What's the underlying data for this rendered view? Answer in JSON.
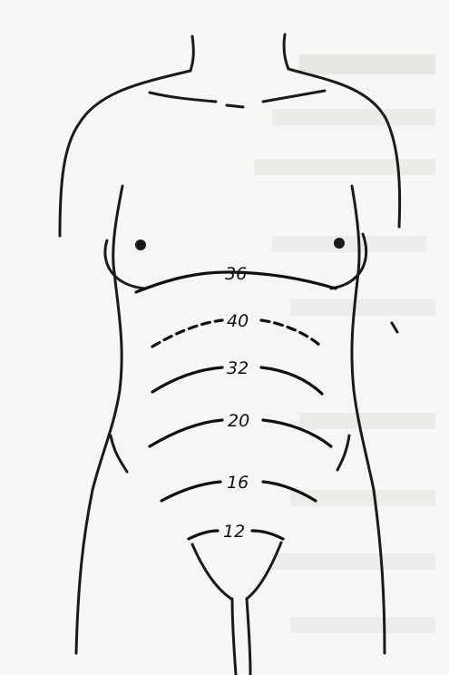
{
  "figure": {
    "kind": "fundal-height-diagram",
    "line_color": "#111111",
    "paper_color": "#f6f6f4",
    "levels": [
      {
        "label": "36",
        "style": "solid"
      },
      {
        "label": "40",
        "style": "dashed"
      },
      {
        "label": "32",
        "style": "solid"
      },
      {
        "label": "20",
        "style": "solid"
      },
      {
        "label": "16",
        "style": "solid"
      },
      {
        "label": "12",
        "style": "solid"
      }
    ]
  }
}
